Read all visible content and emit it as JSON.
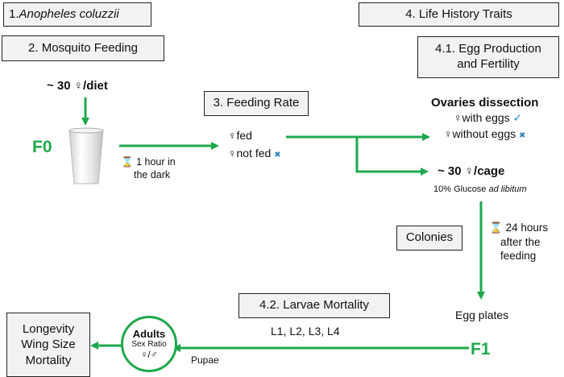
{
  "colors": {
    "accent": "#1ea84b",
    "icon": "#2e86c1",
    "box_fill": "#f2f2f2"
  },
  "boxes": {
    "species_num": "1. ",
    "species_name": "Anopheles coluzzii",
    "feeding": "2. Mosquito Feeding",
    "feeding_rate": "3. Feeding Rate",
    "life_history": "4. Life History  Traits",
    "egg_prod_line1": "4.1. Egg Production",
    "egg_prod_line2": "and Fertility",
    "colonies": "Colonies",
    "larvae": "4.2. Larvae Mortality",
    "outcomes": [
      "Longevity",
      "Wing Size",
      "Mortality"
    ]
  },
  "labels": {
    "per_diet": "~ 30 ♀/diet",
    "f0": "F0",
    "f1": "F1",
    "dark_line1": "1 hour in",
    "dark_line2": "the dark",
    "fed": "♀fed",
    "not_fed": "♀not fed",
    "ovaries_title": "Ovaries dissection",
    "with_eggs": "♀with eggs",
    "without_eggs": "♀without eggs",
    "per_cage": "~ 30 ♀/cage",
    "glucose_prefix": "10% Glucose ",
    "glucose_italic": "ad libitum",
    "hours_line1": "24 hours",
    "hours_line2": "after the",
    "hours_line3": "feeding",
    "egg_plates": "Egg plates",
    "larval_stages": "L1, L2, L3, L4",
    "pupae": "Pupae",
    "adults": "Adults",
    "sex_ratio": "Sex Ratio",
    "sex_symbols": "♀/♂"
  },
  "icons": {
    "hourglass": "⌛",
    "check": "✓",
    "cross": "✖"
  }
}
